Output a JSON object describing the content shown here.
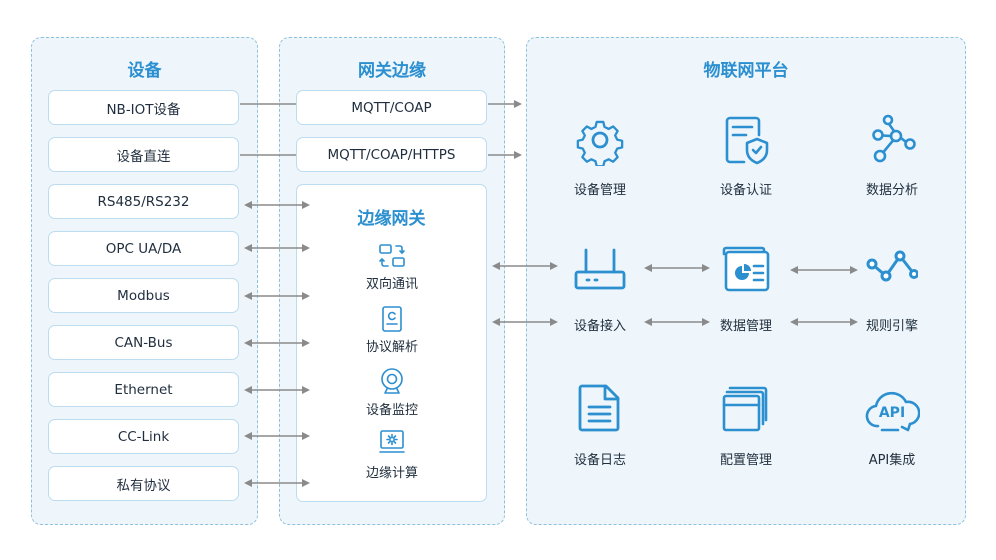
{
  "devices": {
    "title": "设备",
    "items": [
      "NB-IOT设备",
      "设备直连",
      "RS485/RS232",
      "OPC UA/DA",
      "Modbus",
      "CAN-Bus",
      "Ethernet",
      "CC-Link",
      "私有协议"
    ]
  },
  "edge": {
    "title": "网关边缘",
    "protocols": [
      "MQTT/COAP",
      "MQTT/COAP/HTTPS"
    ],
    "gateway": {
      "title": "边缘网关",
      "features": [
        {
          "label": "双向通讯",
          "icon": "bidirectional-communication-icon"
        },
        {
          "label": "协议解析",
          "icon": "protocol-parsing-icon"
        },
        {
          "label": "设备监控",
          "icon": "device-monitoring-camera-icon"
        },
        {
          "label": "边缘计算",
          "icon": "edge-computing-icon"
        }
      ]
    }
  },
  "platform": {
    "title": "物联网平台",
    "modules": [
      {
        "label": "设备管理",
        "icon": "gear-icon"
      },
      {
        "label": "设备认证",
        "icon": "certificate-shield-icon"
      },
      {
        "label": "数据分析",
        "icon": "network-nodes-icon"
      },
      {
        "label": "设备接入",
        "icon": "router-icon"
      },
      {
        "label": "数据管理",
        "icon": "dashboard-chart-icon"
      },
      {
        "label": "规则引擎",
        "icon": "trend-line-icon"
      },
      {
        "label": "设备日志",
        "icon": "document-log-icon"
      },
      {
        "label": "配置管理",
        "icon": "window-stack-icon"
      },
      {
        "label": "API集成",
        "icon": "api-cloud-icon"
      }
    ]
  },
  "colors": {
    "accent": "#2b8fd0",
    "panel_bg": "#eef6fb",
    "panel_border": "#8fc0dc",
    "box_border": "#bcdcef",
    "arrow": "#8a8a8a"
  }
}
